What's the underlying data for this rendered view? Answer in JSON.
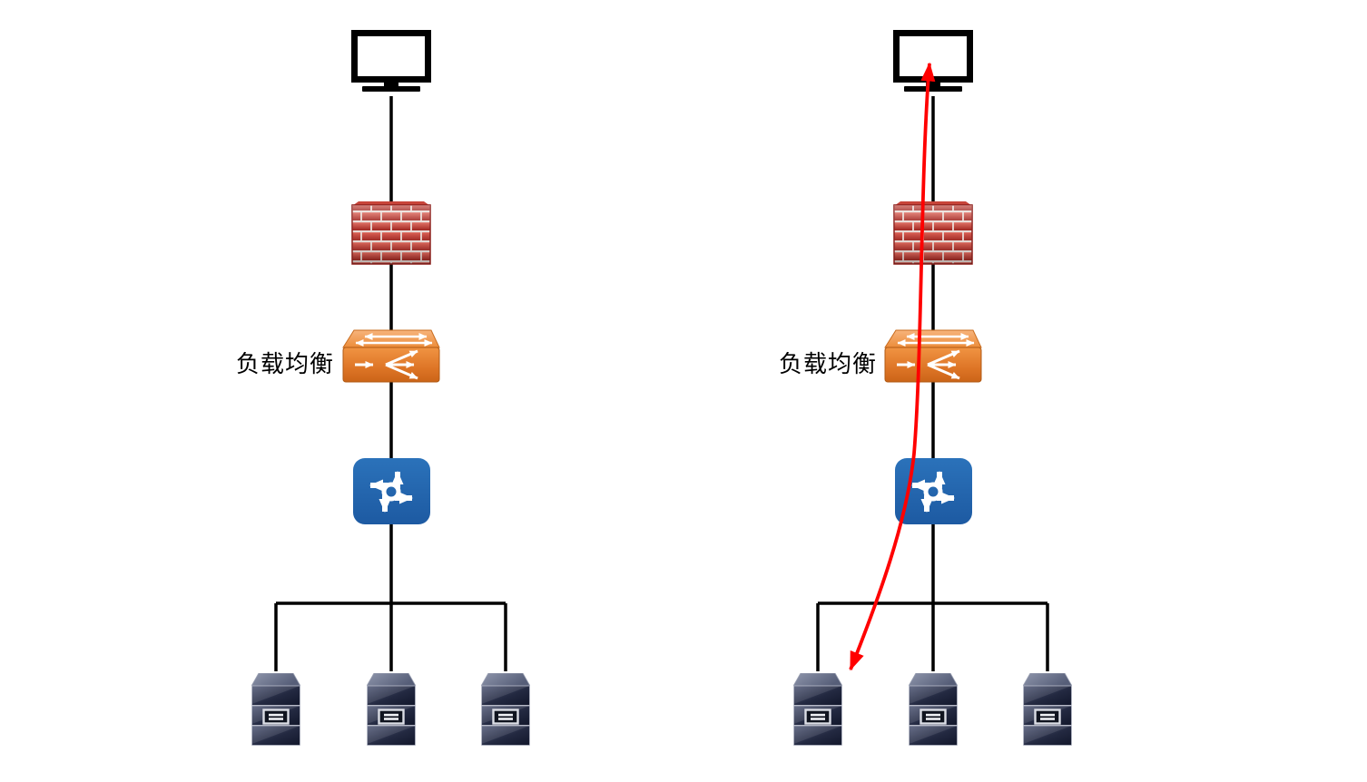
{
  "labels": {
    "load_balancer": "负载均衡"
  },
  "colors": {
    "background": "#ffffff",
    "connection_line": "#000000",
    "flow_arrow": "#ff0000",
    "firewall_brick": "#c0392b",
    "firewall_mortar": "#e9dcd7",
    "load_balancer_box": "#e8873a",
    "router_box": "#2467ad",
    "server_tower": "#262c42",
    "monitor_outline": "#000000",
    "label_text": "#000000"
  },
  "diagrams": [
    {
      "id": "left",
      "nodes": [
        "client-monitor",
        "firewall",
        "load-balancer",
        "router",
        "server-1",
        "server-2",
        "server-3"
      ],
      "load_balancer_label": "负载均衡",
      "flow_arrow": false
    },
    {
      "id": "right",
      "nodes": [
        "client-monitor",
        "firewall",
        "load-balancer",
        "router",
        "server-1",
        "server-2",
        "server-3"
      ],
      "load_balancer_label": "负载均衡",
      "flow_arrow": true,
      "flow_arrow_endpoints": "client-monitor and server-1, passing through firewall, load balancer and router"
    }
  ]
}
